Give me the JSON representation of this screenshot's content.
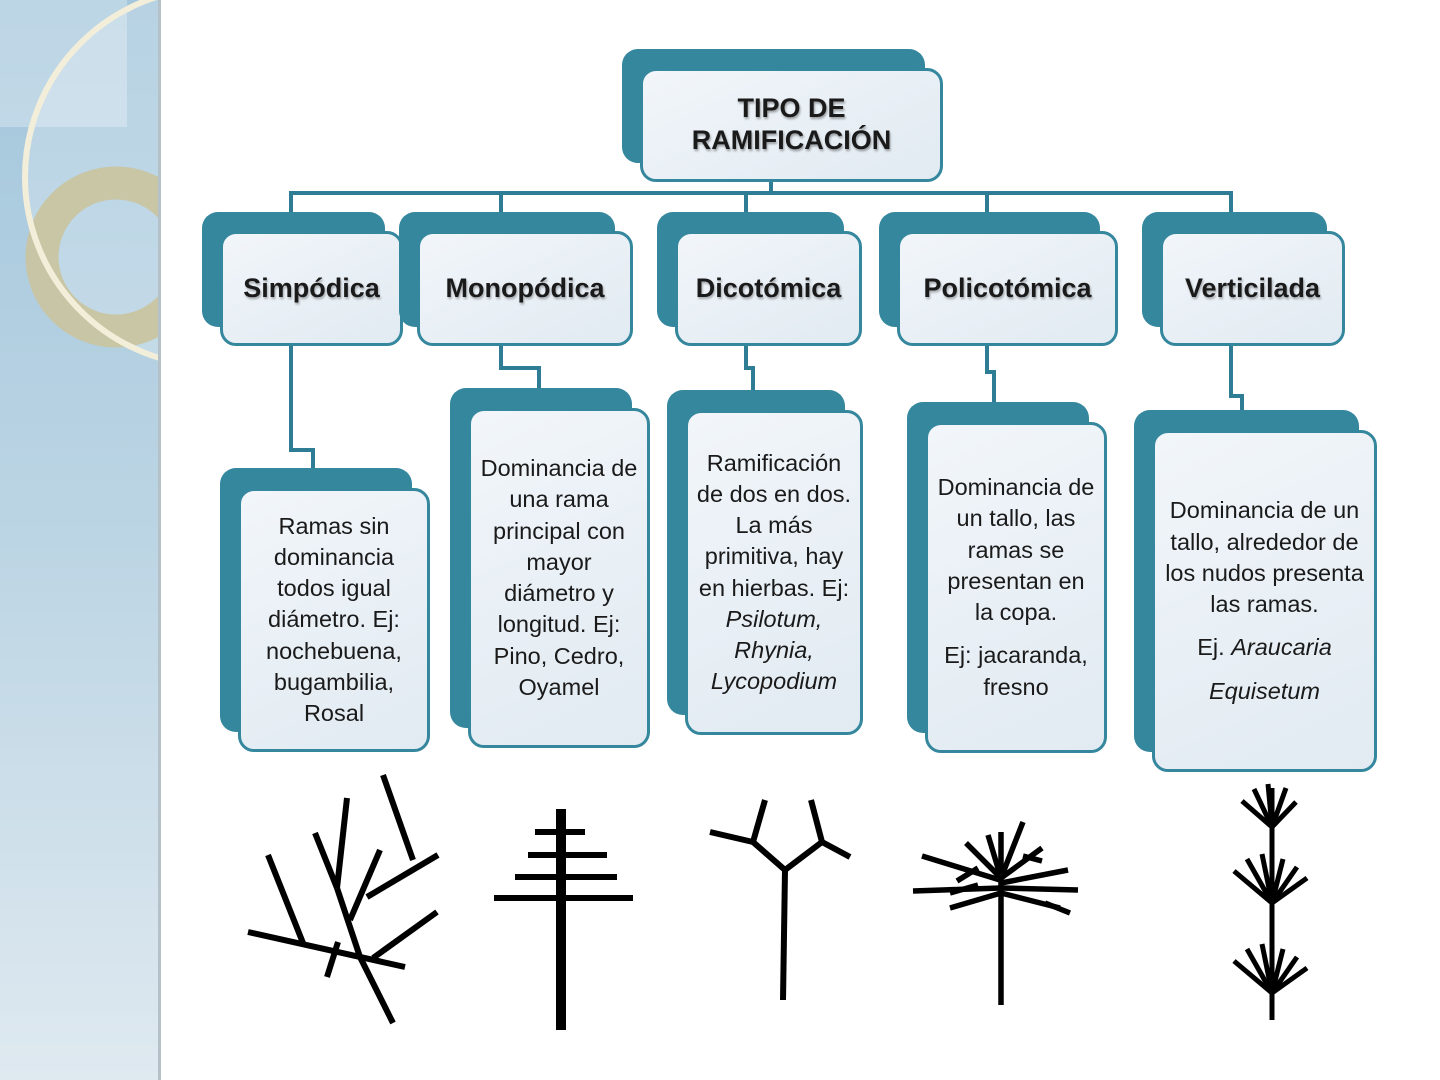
{
  "title": "TIPO DE RAMIFICACIÓN",
  "columns": [
    {
      "label": "Simpódica",
      "description": [
        [
          {
            "t": "Ramas sin dominancia todos igual diámetro. Ej: nochebuena, bugambilia, Rosal",
            "i": false
          }
        ]
      ]
    },
    {
      "label": "Monopódica",
      "description": [
        [
          {
            "t": "Dominancia de una rama principal con mayor diámetro y longitud. Ej: Pino, Cedro, Oyamel",
            "i": false
          }
        ]
      ]
    },
    {
      "label": "Dicotómica",
      "description": [
        [
          {
            "t": "Ramificación de dos en dos. La más primitiva, hay en hierbas. Ej: ",
            "i": false
          },
          {
            "t": "Psilotum, Rhynia, Lycopodium",
            "i": true
          }
        ]
      ]
    },
    {
      "label": "Policotómica",
      "description": [
        [
          {
            "t": "Dominancia de un tallo, las ramas se presentan en la copa.",
            "i": false
          }
        ],
        [
          {
            "t": "Ej: jacaranda, fresno",
            "i": false
          }
        ]
      ]
    },
    {
      "label": "Verticilada",
      "description": [
        [
          {
            "t": "Dominancia de un tallo, alrededor de los nudos presenta las ramas.",
            "i": false
          }
        ],
        [
          {
            "t": "Ej. ",
            "i": false
          },
          {
            "t": "Araucaria",
            "i": true
          }
        ],
        [
          {
            "t": "Equisetum",
            "i": true
          }
        ]
      ]
    }
  ],
  "drawing_names": [
    "sympodial-branching-sketch",
    "monopodial-branching-sketch",
    "dichotomous-branching-sketch",
    "polytomous-branching-sketch",
    "whorled-branching-sketch"
  ],
  "colors": {
    "teal": "#35879e",
    "connector": "#2e7d94",
    "box_fill": "#e9f0f5",
    "text": "#1a1a1a",
    "black": "#000000",
    "band_top": "#a3c6dc",
    "band_bottom": "#dfe9f0",
    "ring_tan": "#c9c49f",
    "circle_cream": "#f3eeda"
  }
}
